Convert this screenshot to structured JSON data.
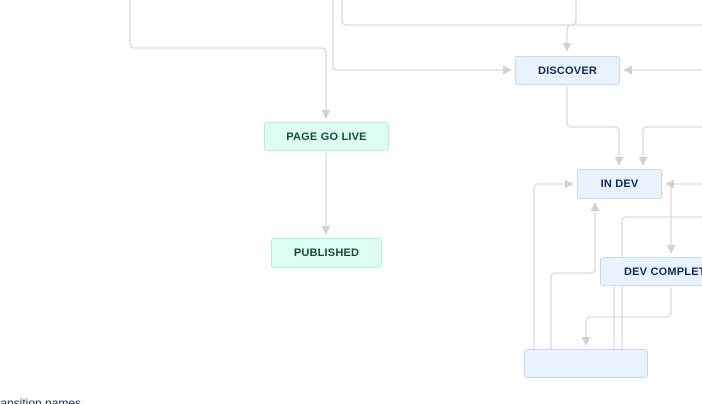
{
  "workflow": {
    "statuses": {
      "discover": "DISCOVER",
      "page_go_live": "PAGE GO LIVE",
      "published": "PUBLISHED",
      "in_dev": "IN DEV",
      "dev_complete": "DEV COMPLETE"
    },
    "footer_label": "transition names"
  }
}
